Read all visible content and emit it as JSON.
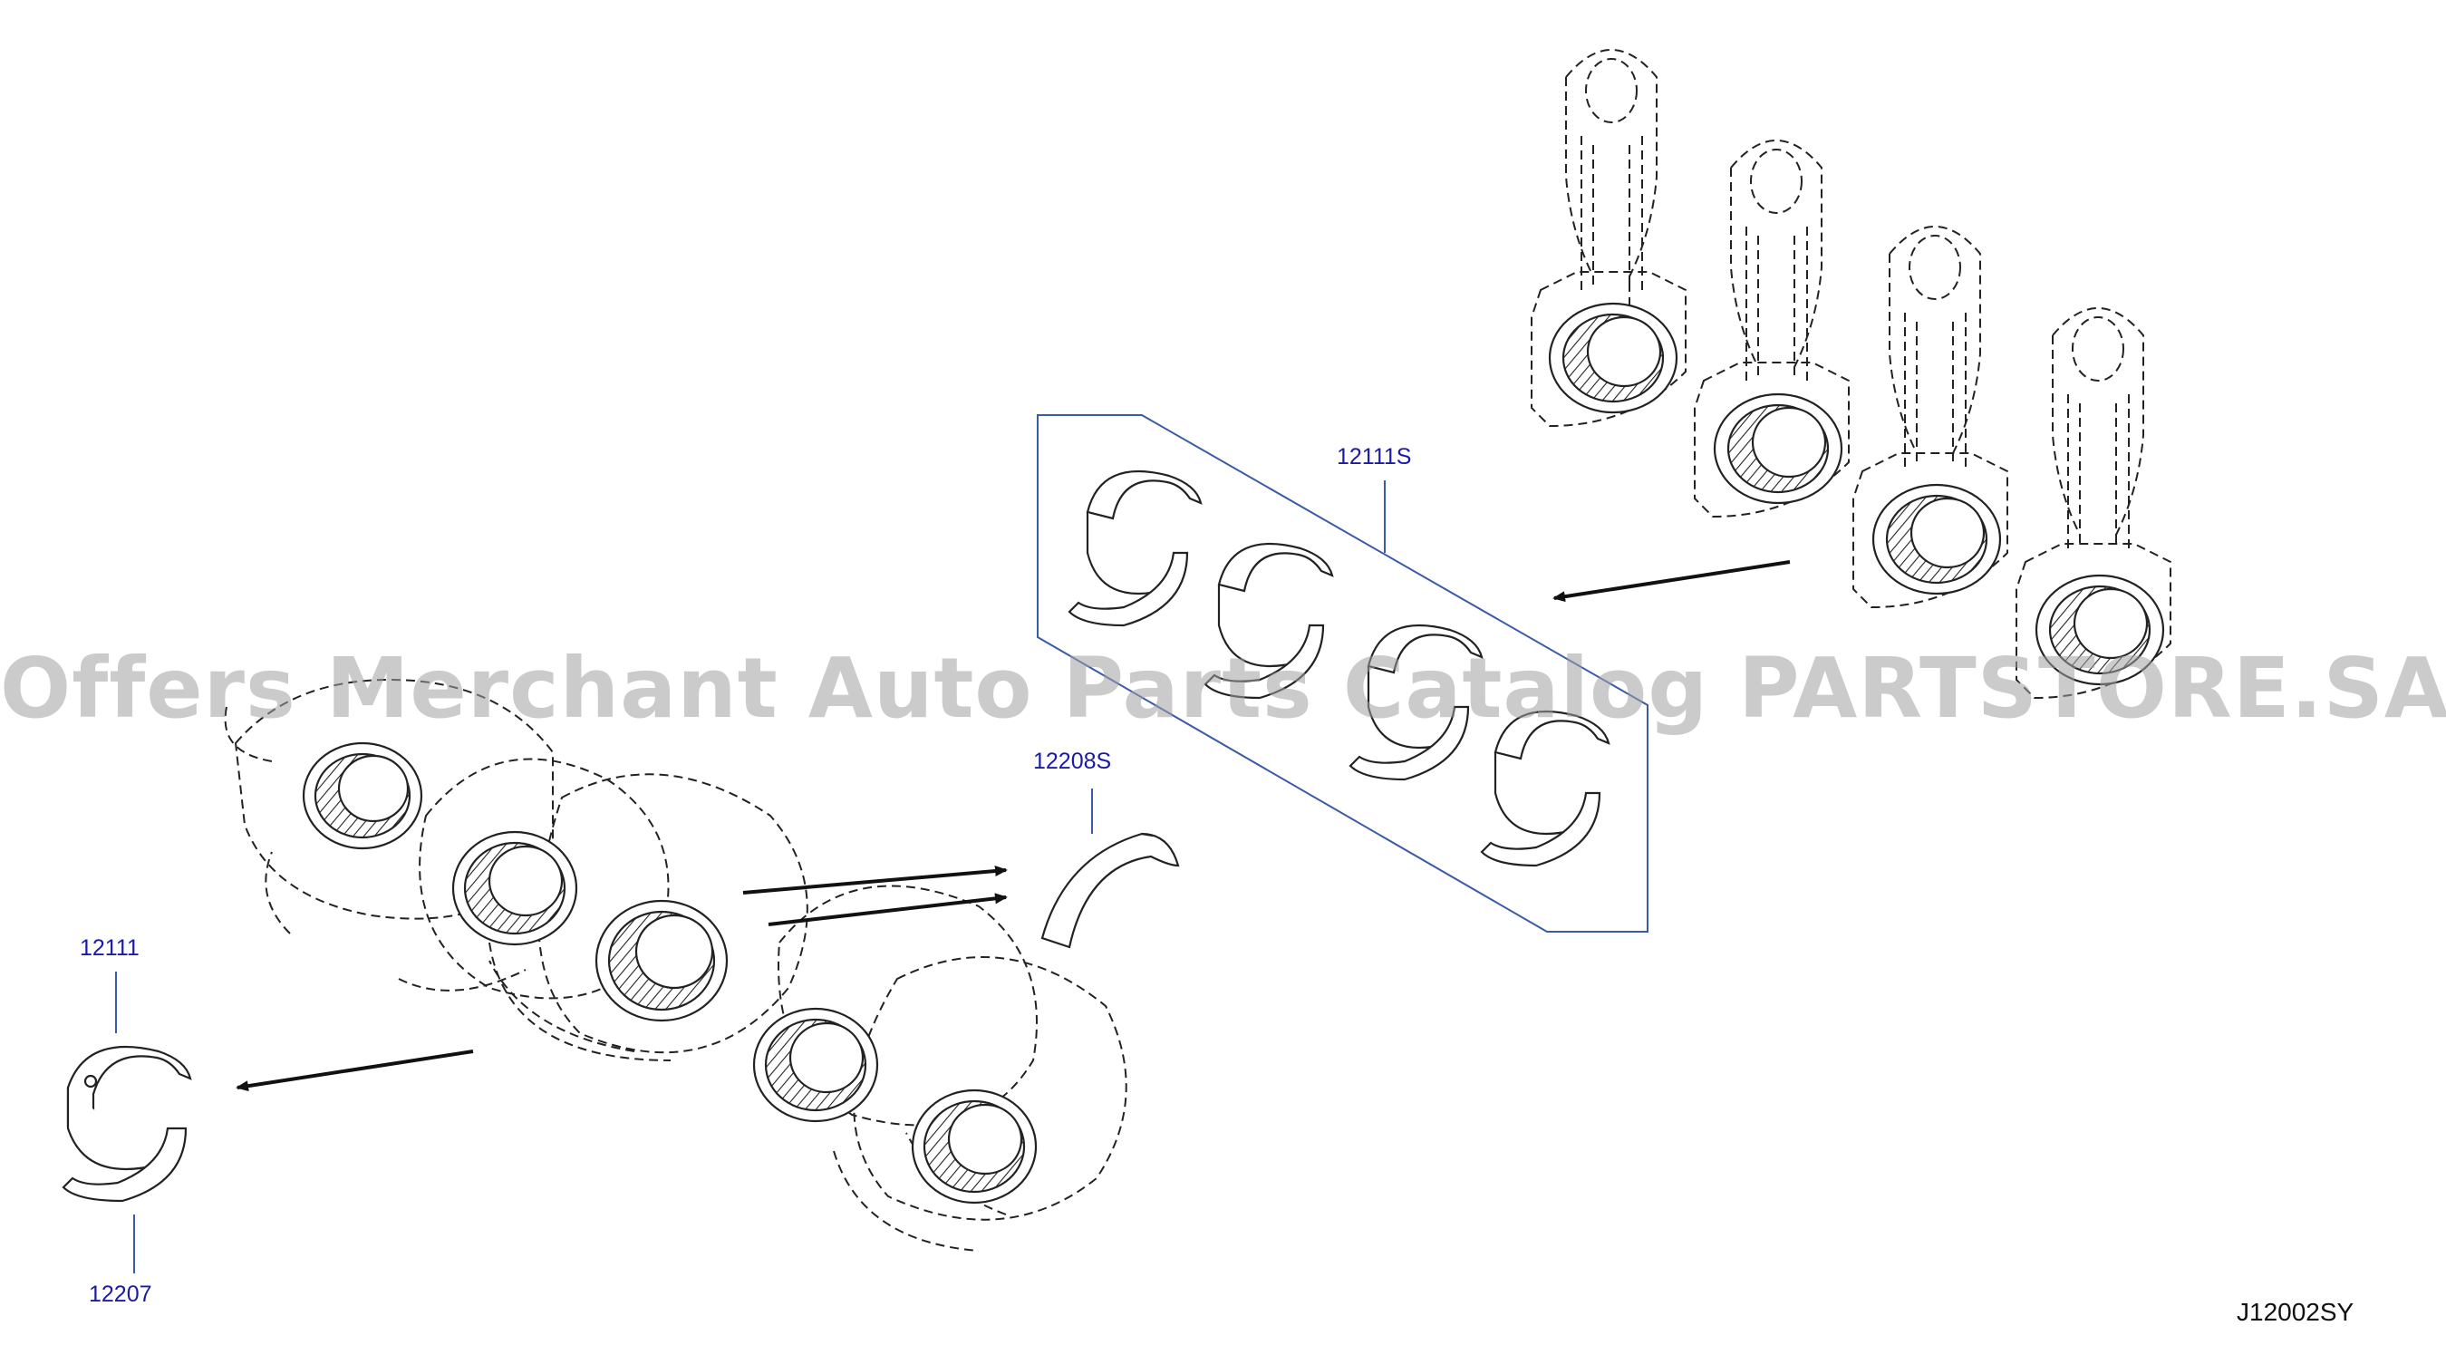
{
  "watermark": "Offers Merchant Auto Parts Catalog PARTSTORE.SA",
  "diagram_code": "J12002SY",
  "callouts": {
    "conrod_bearing_set": "12111S",
    "thrust_washer": "12208S",
    "conrod_bearing": "12111",
    "main_bearing": "12207"
  },
  "colors": {
    "callout": "#1a1aa6",
    "leader": "#1a1aa6",
    "line_art": "#222222",
    "watermark": "#a0a0a0"
  }
}
